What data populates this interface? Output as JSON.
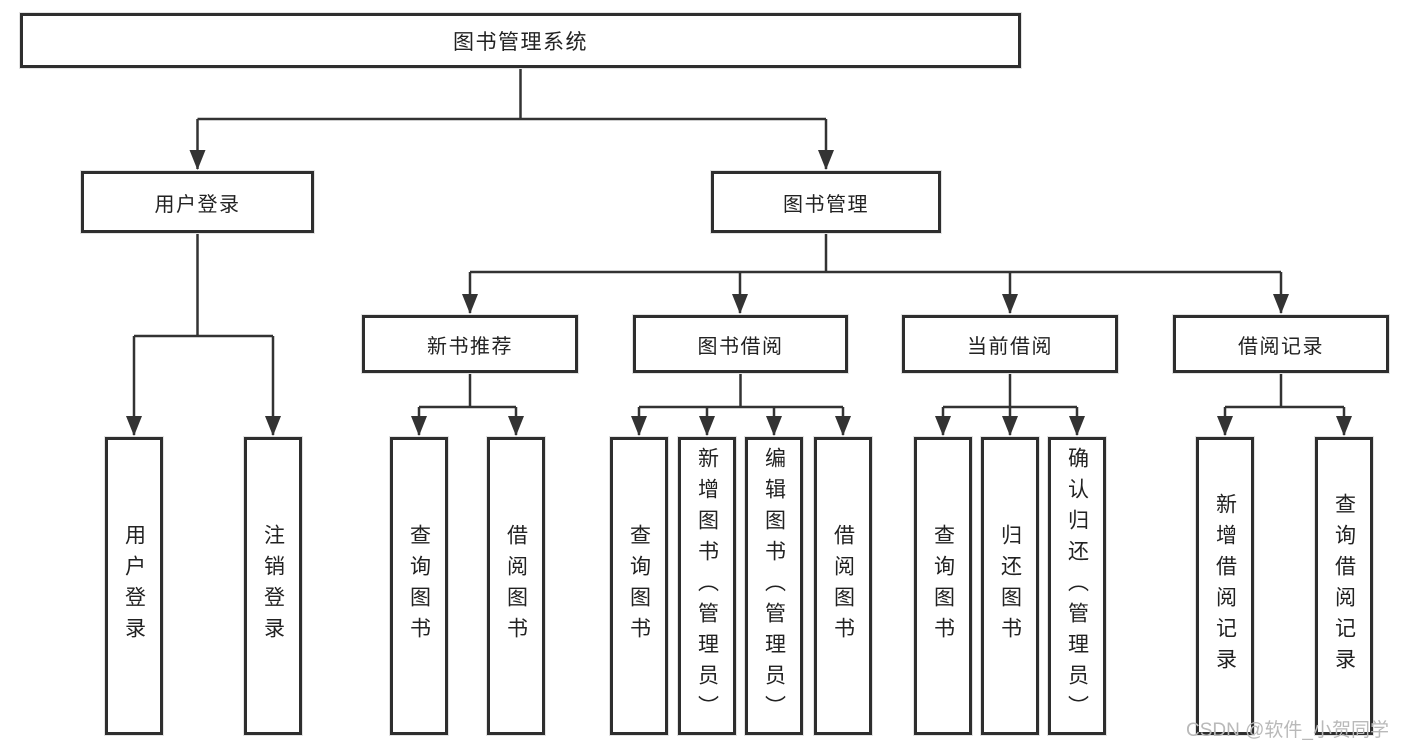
{
  "diagram": {
    "title": "图书管理系统",
    "branches": [
      {
        "label": "用户登录",
        "leaves": [
          "用户登录",
          "注销登录"
        ]
      },
      {
        "label": "图书管理",
        "groups": [
          {
            "label": "新书推荐",
            "leaves": [
              "查询图书",
              "借阅图书"
            ]
          },
          {
            "label": "图书借阅",
            "leaves": [
              "查询图书",
              "新增图书（管理员）",
              "编辑图书（管理员）",
              "借阅图书"
            ]
          },
          {
            "label": "当前借阅",
            "leaves": [
              "查询图书",
              "归还图书",
              "确认归还（管理员）"
            ]
          },
          {
            "label": "借阅记录",
            "leaves": [
              "新增借阅记录",
              "查询借阅记录"
            ]
          }
        ]
      }
    ]
  },
  "watermark": "CSDN @软件_小贺同学",
  "colors": {
    "line": "#333333",
    "border": "#2e2e2e",
    "text": "#222222",
    "watermark": "#b9b9b9",
    "background": "#ffffff"
  }
}
